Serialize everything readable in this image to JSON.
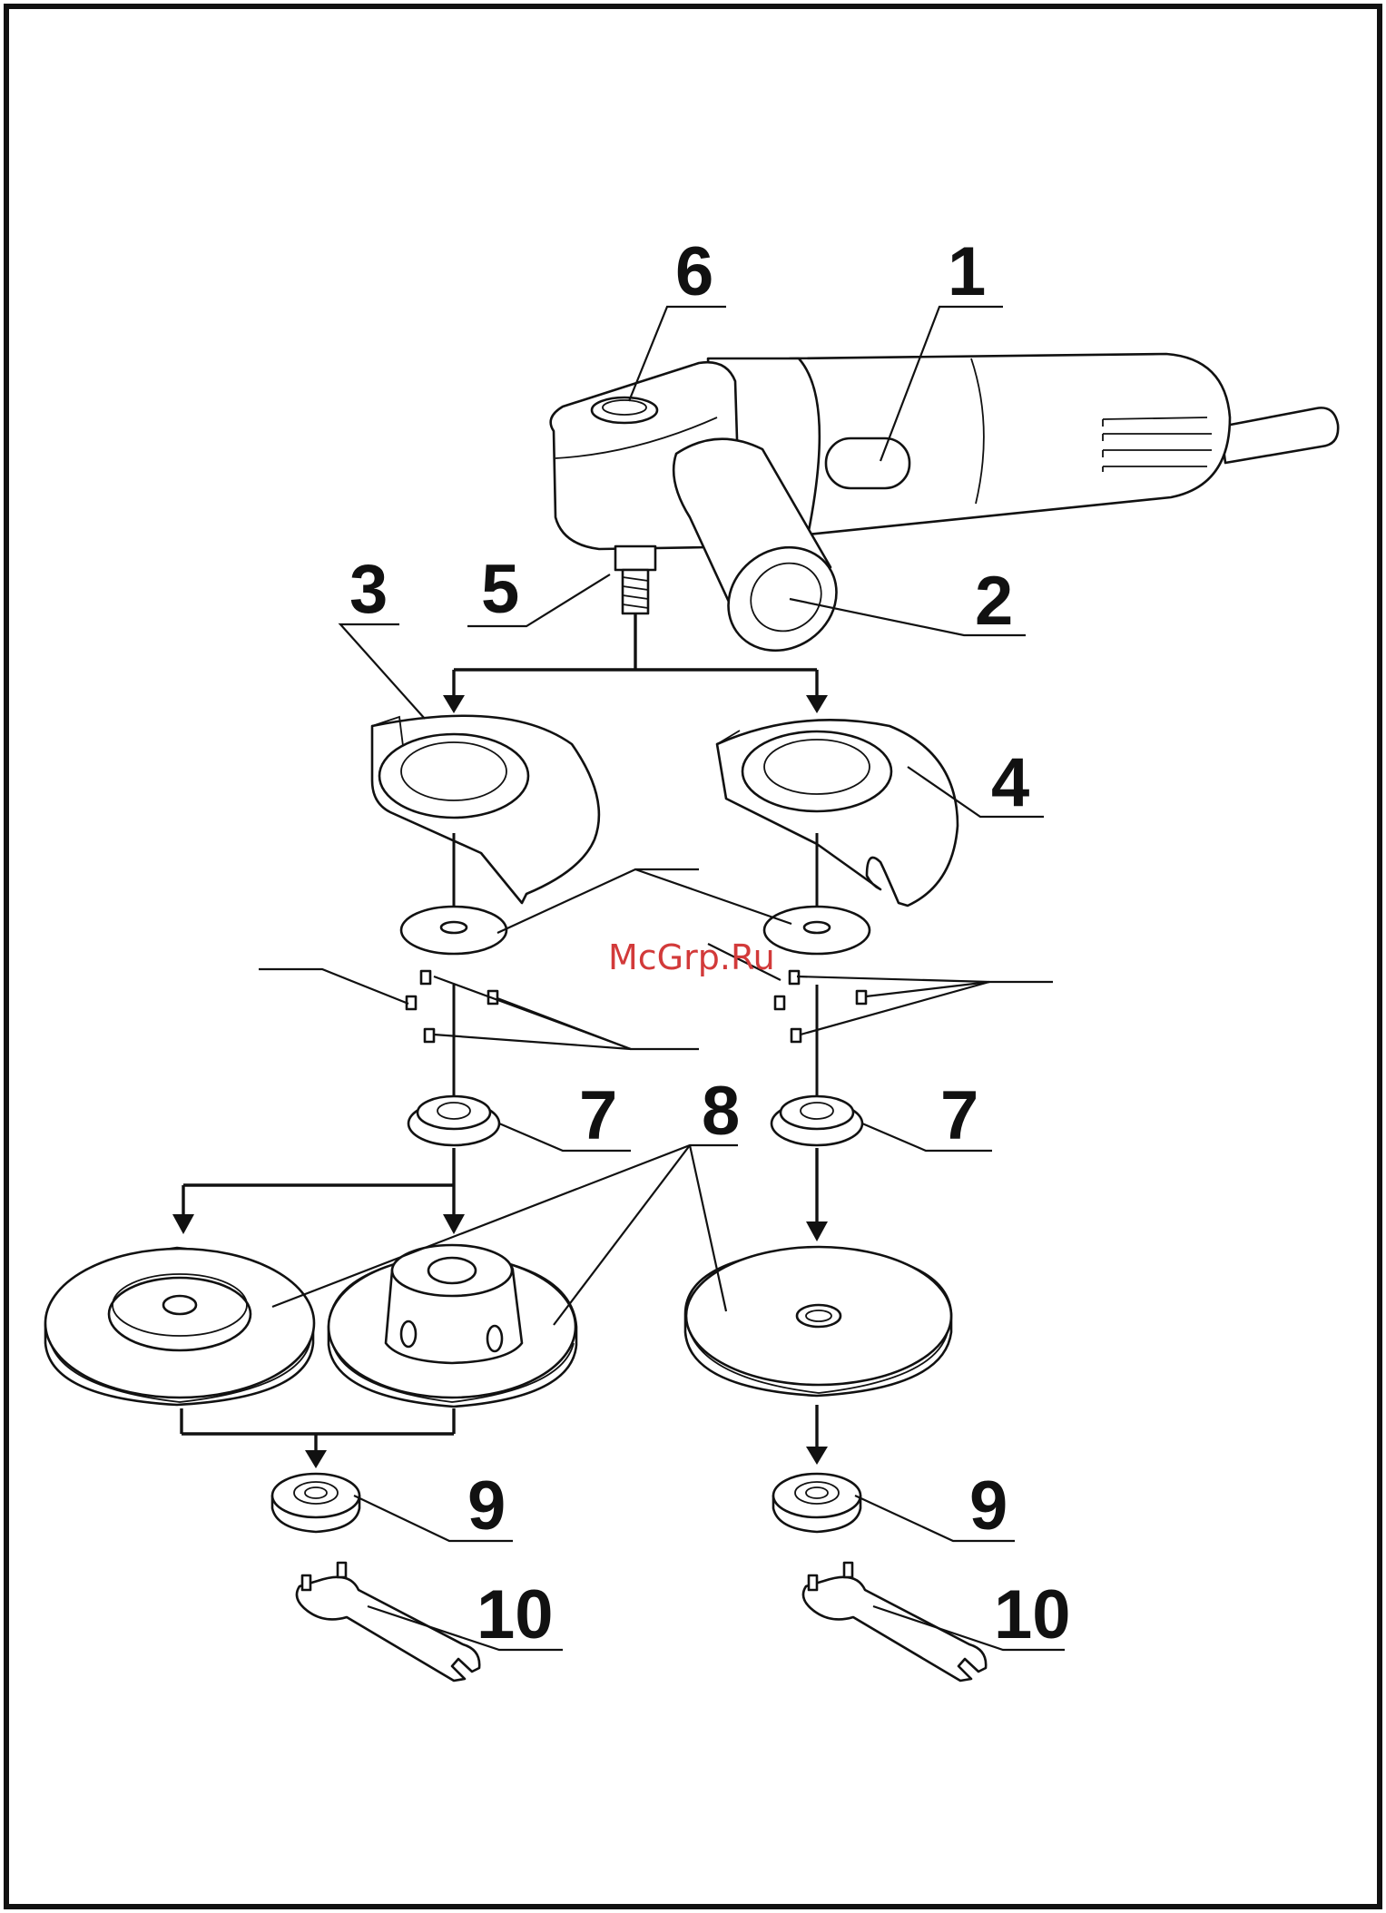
{
  "labels": {
    "1": "1",
    "2": "2",
    "3": "3",
    "4": "4",
    "5": "5",
    "6": "6",
    "7a": "7",
    "7b": "7",
    "8": "8",
    "9a": "9",
    "9b": "9",
    "10a": "10",
    "10b": "10"
  },
  "watermark": "McGrp.Ru",
  "colors": {
    "ink": "#111111",
    "watermark": "#d23a3a",
    "background": "#ffffff"
  }
}
